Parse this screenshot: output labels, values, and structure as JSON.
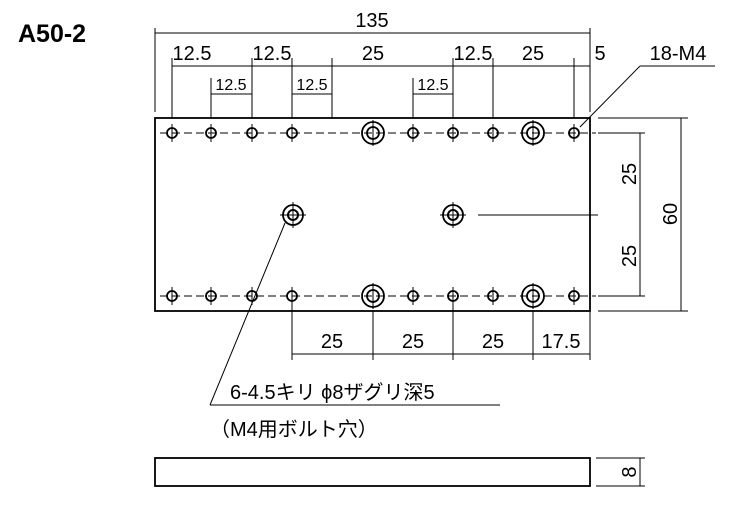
{
  "model": "A50-2",
  "dims": {
    "overall": "135",
    "top_chain": [
      "12.5",
      "12.5",
      "25",
      "12.5",
      "25",
      "5"
    ],
    "inner_chain": [
      "12.5",
      "12.5",
      "12.5"
    ],
    "right_upper": "25",
    "right_lower": "25",
    "height": "60",
    "bottom_chain": [
      "25",
      "25",
      "25",
      "17.5"
    ],
    "thickness": "8"
  },
  "callouts": {
    "tapped_holes": "18-M4",
    "counterbore_line1": "6-4.5キリ ϕ8ザグリ深5",
    "counterbore_line2": "（M4用ボルト穴）"
  },
  "colors": {
    "line": "#000000",
    "background": "#ffffff"
  }
}
